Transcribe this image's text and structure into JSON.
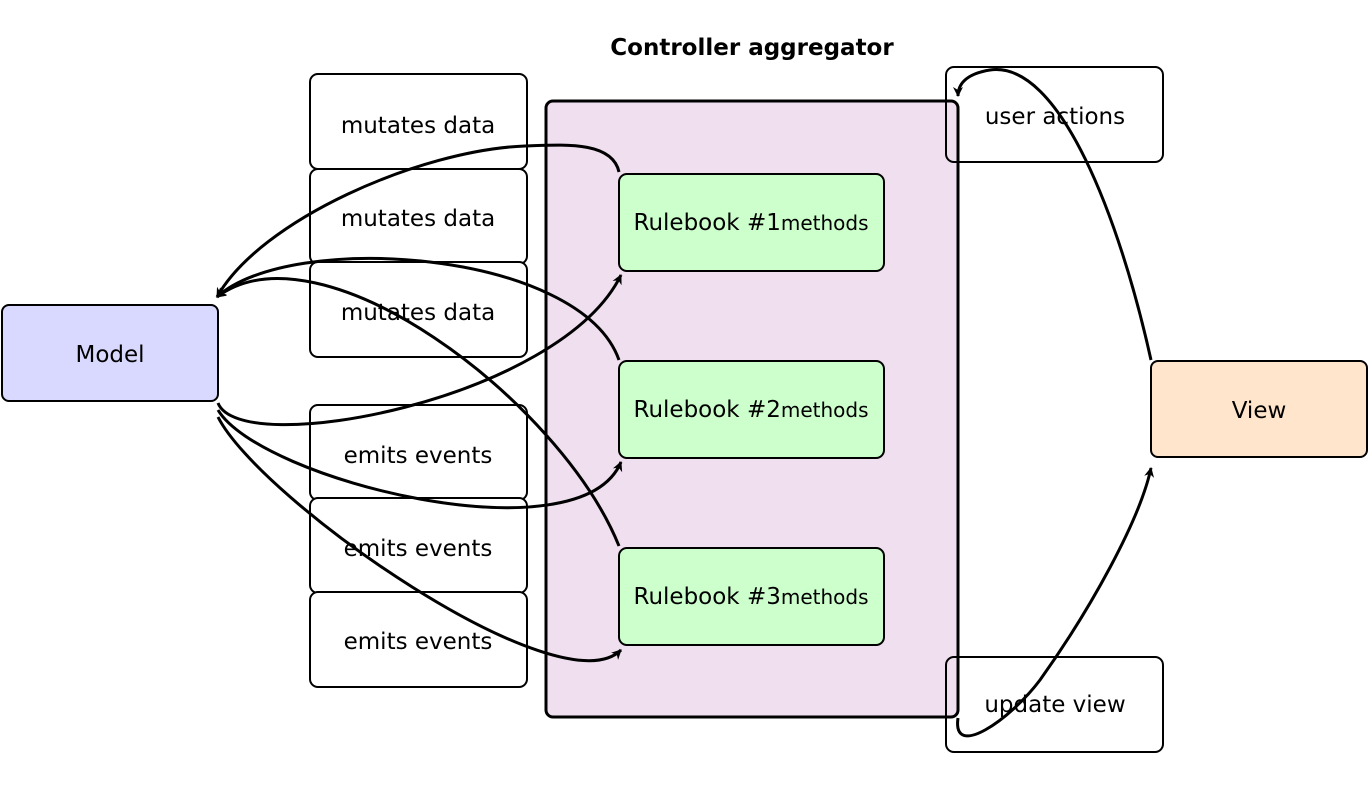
{
  "title": "Controller aggregator",
  "colors": {
    "model_fill": "#d9d9ff",
    "view_fill": "#ffe5cc",
    "controller_fill": "#efdfef",
    "rulebook_fill": "#ccffcc",
    "stroke": "#000000"
  },
  "nodes": {
    "model": "Model",
    "view": "View",
    "mutates": [
      "mutates data",
      "mutates data",
      "mutates data"
    ],
    "emits": [
      "emits events",
      "emits events",
      "emits events"
    ],
    "rulebooks": [
      {
        "main": "Rulebook #1",
        "suffix": "methods"
      },
      {
        "main": "Rulebook #2",
        "suffix": "methods"
      },
      {
        "main": "Rulebook #3",
        "suffix": "methods"
      }
    ],
    "user_actions": "user actions",
    "update_view": "update view"
  }
}
